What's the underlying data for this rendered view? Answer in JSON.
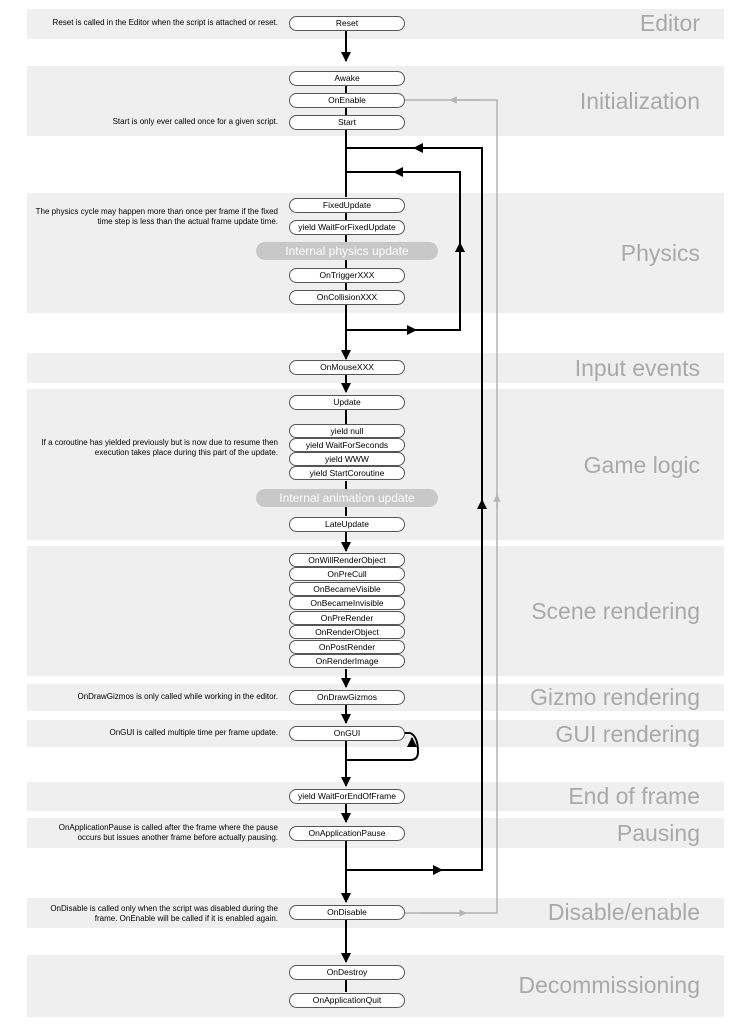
{
  "bands": [
    {
      "id": "editor",
      "label": "Editor"
    },
    {
      "id": "initialization",
      "label": "Initialization"
    },
    {
      "id": "physics",
      "label": "Physics"
    },
    {
      "id": "input",
      "label": "Input events"
    },
    {
      "id": "gamelogic",
      "label": "Game logic"
    },
    {
      "id": "scene",
      "label": "Scene rendering"
    },
    {
      "id": "gizmo",
      "label": "Gizmo rendering"
    },
    {
      "id": "gui",
      "label": "GUI rendering"
    },
    {
      "id": "eof",
      "label": "End of frame"
    },
    {
      "id": "pausing",
      "label": "Pausing"
    },
    {
      "id": "disable",
      "label": "Disable/enable"
    },
    {
      "id": "decommissioning",
      "label": "Decommissioning"
    }
  ],
  "steps": {
    "reset": "Reset",
    "awake": "Awake",
    "onenable": "OnEnable",
    "start": "Start",
    "fixedupdate": "FixedUpdate",
    "waitfixed": "yield WaitForFixedUpdate",
    "internal_physics": "Internal physics update",
    "ontrigger": "OnTriggerXXX",
    "oncollision": "OnCollisionXXX",
    "onmouse": "OnMouseXXX",
    "update": "Update",
    "yieldnull": "yield null",
    "waitseconds": "yield WaitForSeconds",
    "www": "yield WWW",
    "startcoroutine": "yield StartCoroutine",
    "internal_animation": "Internal animation update",
    "lateupdate": "LateUpdate",
    "willrender": "OnWillRenderObject",
    "preculled": "OnPreCull",
    "visible": "OnBecameVisible",
    "invisible": "OnBecameInvisible",
    "prerender": "OnPreRender",
    "renderobject": "OnRenderObject",
    "postrender": "OnPostRender",
    "renderimage": "OnRenderImage",
    "gizmos": "OnDrawGizmos",
    "ongui": "OnGUI",
    "endofframe": "yield WaitForEndOfFrame",
    "pause": "OnApplicationPause",
    "disable": "OnDisable",
    "destroy": "OnDestroy",
    "quit": "OnApplicationQuit"
  },
  "notes": {
    "reset": "Reset is called in the Editor when the script is attached or reset.",
    "start": "Start is only ever called once for a given script.",
    "physics": "The physics cycle may happen more than once per frame if the fixed time step is less than the actual frame update time.",
    "coroutine": "If a coroutine has yielded previously but is now due to resume then execution takes place during this part of the update.",
    "gizmos": "OnDrawGizmos is only called while working in the editor.",
    "gui": "OnGUI is called multiple time per frame update.",
    "pause": "OnApplicationPause is called after the frame where the pause occurs but issues another frame before actually pausing.",
    "disable": "OnDisable is called only when the script was disabled during the frame. OnEnable will be called if it is enabled again."
  },
  "colors": {
    "band": "#efefef",
    "band_label": "#a9a9a9",
    "flow_line": "#000000",
    "enable_loop": "#b4b4b4",
    "internal_box": "#c8c8c8"
  }
}
